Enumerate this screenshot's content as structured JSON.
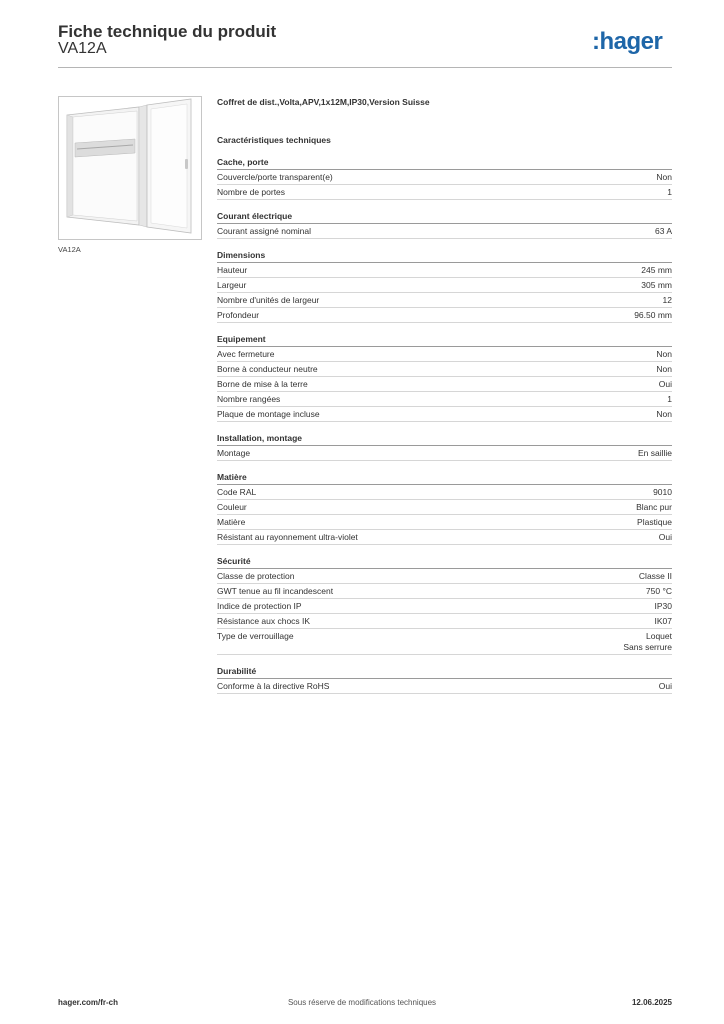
{
  "header": {
    "title": "Fiche technique du produit",
    "reference": "VA12A",
    "logo_text": ":hager",
    "brand_color": "#1e66a8"
  },
  "image": {
    "caption": "VA12A"
  },
  "product": {
    "description": "Coffret de dist.,Volta,APV,1x12M,IP30,Version Suisse",
    "characteristics_heading": "Caractéristiques techniques"
  },
  "groups": [
    {
      "title": "Cache, porte",
      "rows": [
        {
          "label": "Couvercle/porte transparent(e)",
          "value": [
            "Non"
          ]
        },
        {
          "label": "Nombre de portes",
          "value": [
            "1"
          ]
        }
      ]
    },
    {
      "title": "Courant électrique",
      "rows": [
        {
          "label": "Courant assigné nominal",
          "value": [
            "63 A"
          ]
        }
      ]
    },
    {
      "title": "Dimensions",
      "rows": [
        {
          "label": "Hauteur",
          "value": [
            "245 mm"
          ]
        },
        {
          "label": "Largeur",
          "value": [
            "305 mm"
          ]
        },
        {
          "label": "Nombre d'unités de largeur",
          "value": [
            "12"
          ]
        },
        {
          "label": "Profondeur",
          "value": [
            "96.50 mm"
          ]
        }
      ]
    },
    {
      "title": "Equipement",
      "rows": [
        {
          "label": "Avec fermeture",
          "value": [
            "Non"
          ]
        },
        {
          "label": "Borne à conducteur neutre",
          "value": [
            "Non"
          ]
        },
        {
          "label": "Borne de mise à la terre",
          "value": [
            "Oui"
          ]
        },
        {
          "label": "Nombre rangées",
          "value": [
            "1"
          ]
        },
        {
          "label": "Plaque de montage incluse",
          "value": [
            "Non"
          ]
        }
      ]
    },
    {
      "title": "Installation, montage",
      "rows": [
        {
          "label": "Montage",
          "value": [
            "En saillie"
          ]
        }
      ]
    },
    {
      "title": "Matière",
      "rows": [
        {
          "label": "Code RAL",
          "value": [
            "9010"
          ]
        },
        {
          "label": "Couleur",
          "value": [
            "Blanc pur"
          ]
        },
        {
          "label": "Matière",
          "value": [
            "Plastique"
          ]
        },
        {
          "label": "Résistant au rayonnement ultra-violet",
          "value": [
            "Oui"
          ]
        }
      ]
    },
    {
      "title": "Sécurité",
      "rows": [
        {
          "label": "Classe de protection",
          "value": [
            "Classe II"
          ]
        },
        {
          "label": "GWT tenue au fil incandescent",
          "value": [
            "750 °C"
          ]
        },
        {
          "label": "Indice de protection IP",
          "value": [
            "IP30"
          ]
        },
        {
          "label": "Résistance aux chocs IK",
          "value": [
            "IK07"
          ]
        },
        {
          "label": "Type de verrouillage",
          "value": [
            "Loquet",
            "Sans serrure"
          ]
        }
      ]
    },
    {
      "title": "Durabilité",
      "rows": [
        {
          "label": "Conforme à la directive RoHS",
          "value": [
            "Oui"
          ]
        }
      ]
    }
  ],
  "footer": {
    "website": "hager.com/fr-ch",
    "notice": "Sous réserve de modifications techniques",
    "date": "12.06.2025"
  }
}
